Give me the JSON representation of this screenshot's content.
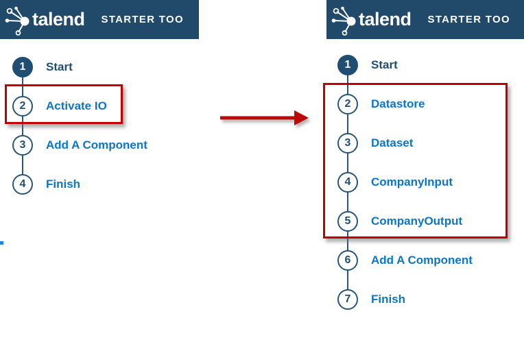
{
  "colors": {
    "header_bg": "#20496a",
    "navy": "#1f4e72",
    "rail": "#2a5578",
    "link_blue": "#0d76c4",
    "highlight_red": "#c00000"
  },
  "header_left": {
    "brand": "talend",
    "menu_item": "STARTER TOO"
  },
  "header_right": {
    "brand": "talend",
    "menu_item": "STARTER TOO"
  },
  "wizard_before": {
    "steps": [
      {
        "num": "1",
        "label": "Start",
        "state": "current"
      },
      {
        "num": "2",
        "label": "Activate IO",
        "state": "upcoming"
      },
      {
        "num": "3",
        "label": "Add A Component",
        "state": "upcoming"
      },
      {
        "num": "4",
        "label": "Finish",
        "state": "upcoming"
      }
    ]
  },
  "wizard_after": {
    "steps": [
      {
        "num": "1",
        "label": "Start",
        "state": "current"
      },
      {
        "num": "2",
        "label": "Datastore",
        "state": "upcoming"
      },
      {
        "num": "3",
        "label": "Dataset",
        "state": "upcoming"
      },
      {
        "num": "4",
        "label": "CompanyInput",
        "state": "upcoming"
      },
      {
        "num": "5",
        "label": "CompanyOutput",
        "state": "upcoming"
      },
      {
        "num": "6",
        "label": "Add A Component",
        "state": "upcoming"
      },
      {
        "num": "7",
        "label": "Finish",
        "state": "upcoming"
      }
    ]
  }
}
